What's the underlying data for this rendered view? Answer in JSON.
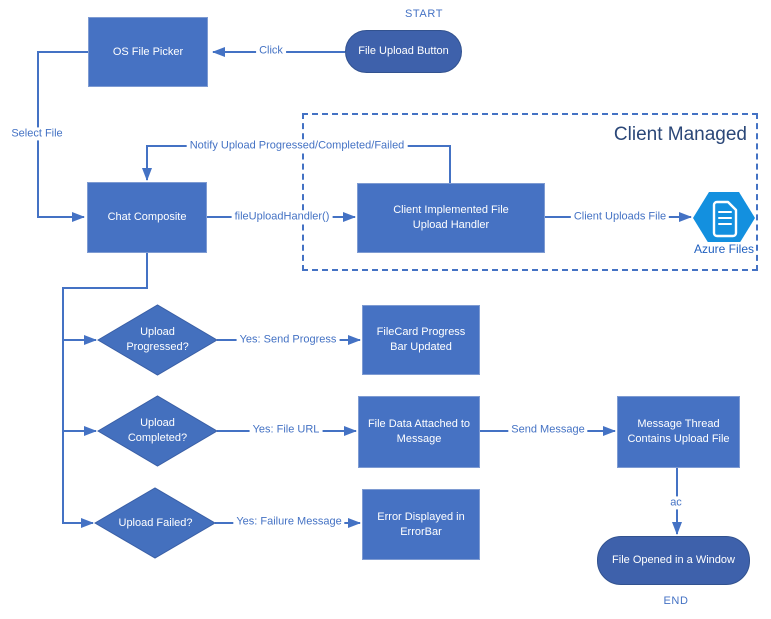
{
  "flow": {
    "start_label": "START",
    "end_label": "END",
    "nodes": {
      "file_upload_button": "File Upload Button",
      "os_file_picker": "OS File Picker",
      "chat_composite": "Chat Composite",
      "client_handler": "Client Implemented File Upload Handler",
      "filecard": "FileCard Progress Bar Updated",
      "file_data": "File Data Attached to Message",
      "message_thread": "Message Thread Contains Upload File",
      "error_bar": "Error Displayed in ErrorBar",
      "file_opened": "File Opened in a Window",
      "upload_progressed": "Upload Progressed?",
      "upload_completed": "Upload Completed?",
      "upload_failed": "Upload Failed?"
    },
    "edges": {
      "click": "Click",
      "select_file": "Select File",
      "notify": "Notify Upload Progressed/Completed/Failed",
      "file_upload_handler": "fileUploadHandler()",
      "client_uploads_file": "Client Uploads File",
      "yes_send_progress": "Yes: Send Progress",
      "yes_file_url": "Yes: File URL",
      "send_message": "Send Message",
      "yes_failure_message": "Yes: Failure Message",
      "ac": "ac"
    },
    "container": {
      "label": "Client Managed"
    },
    "azure": {
      "label": "Azure Files",
      "icon": "azure-files-icon"
    },
    "colors": {
      "line": "#4472C4",
      "label_text": "#4472C4",
      "box_fill": "#4672C3",
      "pill_fill": "#3E61AB",
      "diamond_fill": "#4470BE",
      "client_managed_text": "#2B4778",
      "azure_icon_blue": "#1390DF",
      "azure_label_blue": "#1F5FBF",
      "node_text": "#FFFFFF"
    }
  }
}
